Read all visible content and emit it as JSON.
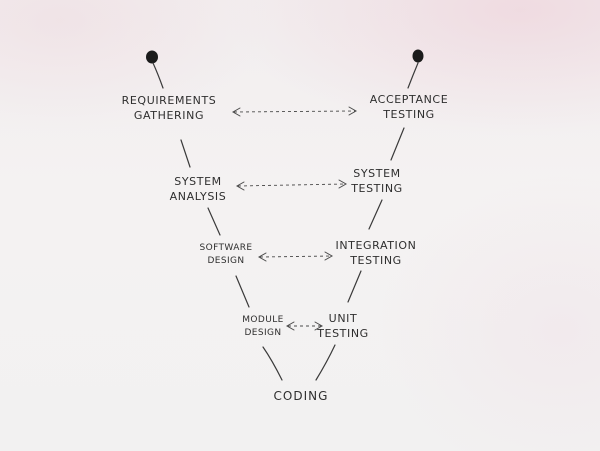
{
  "diagram": {
    "left_steps": [
      {
        "line1": "REQUIREMENTS",
        "line2": "GATHERING"
      },
      {
        "line1": "SYSTEM",
        "line2": "ANALYSIS"
      },
      {
        "line1": "SOFTWARE",
        "line2": "DESIGN"
      },
      {
        "line1": "MODULE",
        "line2": "DESIGN"
      }
    ],
    "right_steps": [
      {
        "line1": "ACCEPTANCE",
        "line2": "TESTING"
      },
      {
        "line1": "SYSTEM",
        "line2": "TESTING"
      },
      {
        "line1": "INTEGRATION",
        "line2": "TESTING"
      },
      {
        "line1": "UNIT",
        "line2": "TESTING"
      }
    ],
    "bottom_step": "CODING",
    "colors": {
      "ink": "#2f2f2f",
      "dot": "#1b1b1b",
      "paper": "#f3f0f0",
      "pink_tint": "#ecc4d0"
    }
  }
}
